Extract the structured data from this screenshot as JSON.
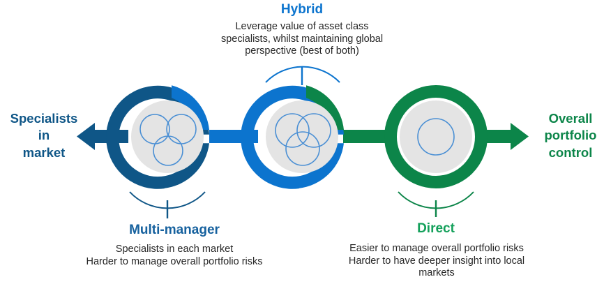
{
  "colors": {
    "dark_blue": "#0F5687",
    "bright_blue": "#0C74CE",
    "green": "#0C8549",
    "icon_blue": "#4A8FD4",
    "inner_disc": "#E4E4E4",
    "body_text": "#262626"
  },
  "side_labels": {
    "left": "Specialists\nin\nmarket",
    "right": "Overall\nportfolio\ncontrol"
  },
  "nodes": [
    {
      "id": "multi-manager",
      "heading": "Multi-manager",
      "body": "Specialists in each market\nHarder to manage overall portfolio risks",
      "icon": "three-circles-cluster-icon",
      "ring_color": "#0F5687"
    },
    {
      "id": "hybrid",
      "heading": "Hybrid",
      "body": "Leverage value of asset class\nspecialists, whilst maintaining global\nperspective (best of both)",
      "icon": "venn-three-overlapping-circles-icon",
      "ring_color": "#0C74CE"
    },
    {
      "id": "direct",
      "heading": "Direct",
      "body": "Easier to manage overall portfolio risks\nHarder to have deeper insight into local\nmarkets",
      "icon": "single-circle-icon",
      "ring_color": "#0C8549"
    }
  ]
}
